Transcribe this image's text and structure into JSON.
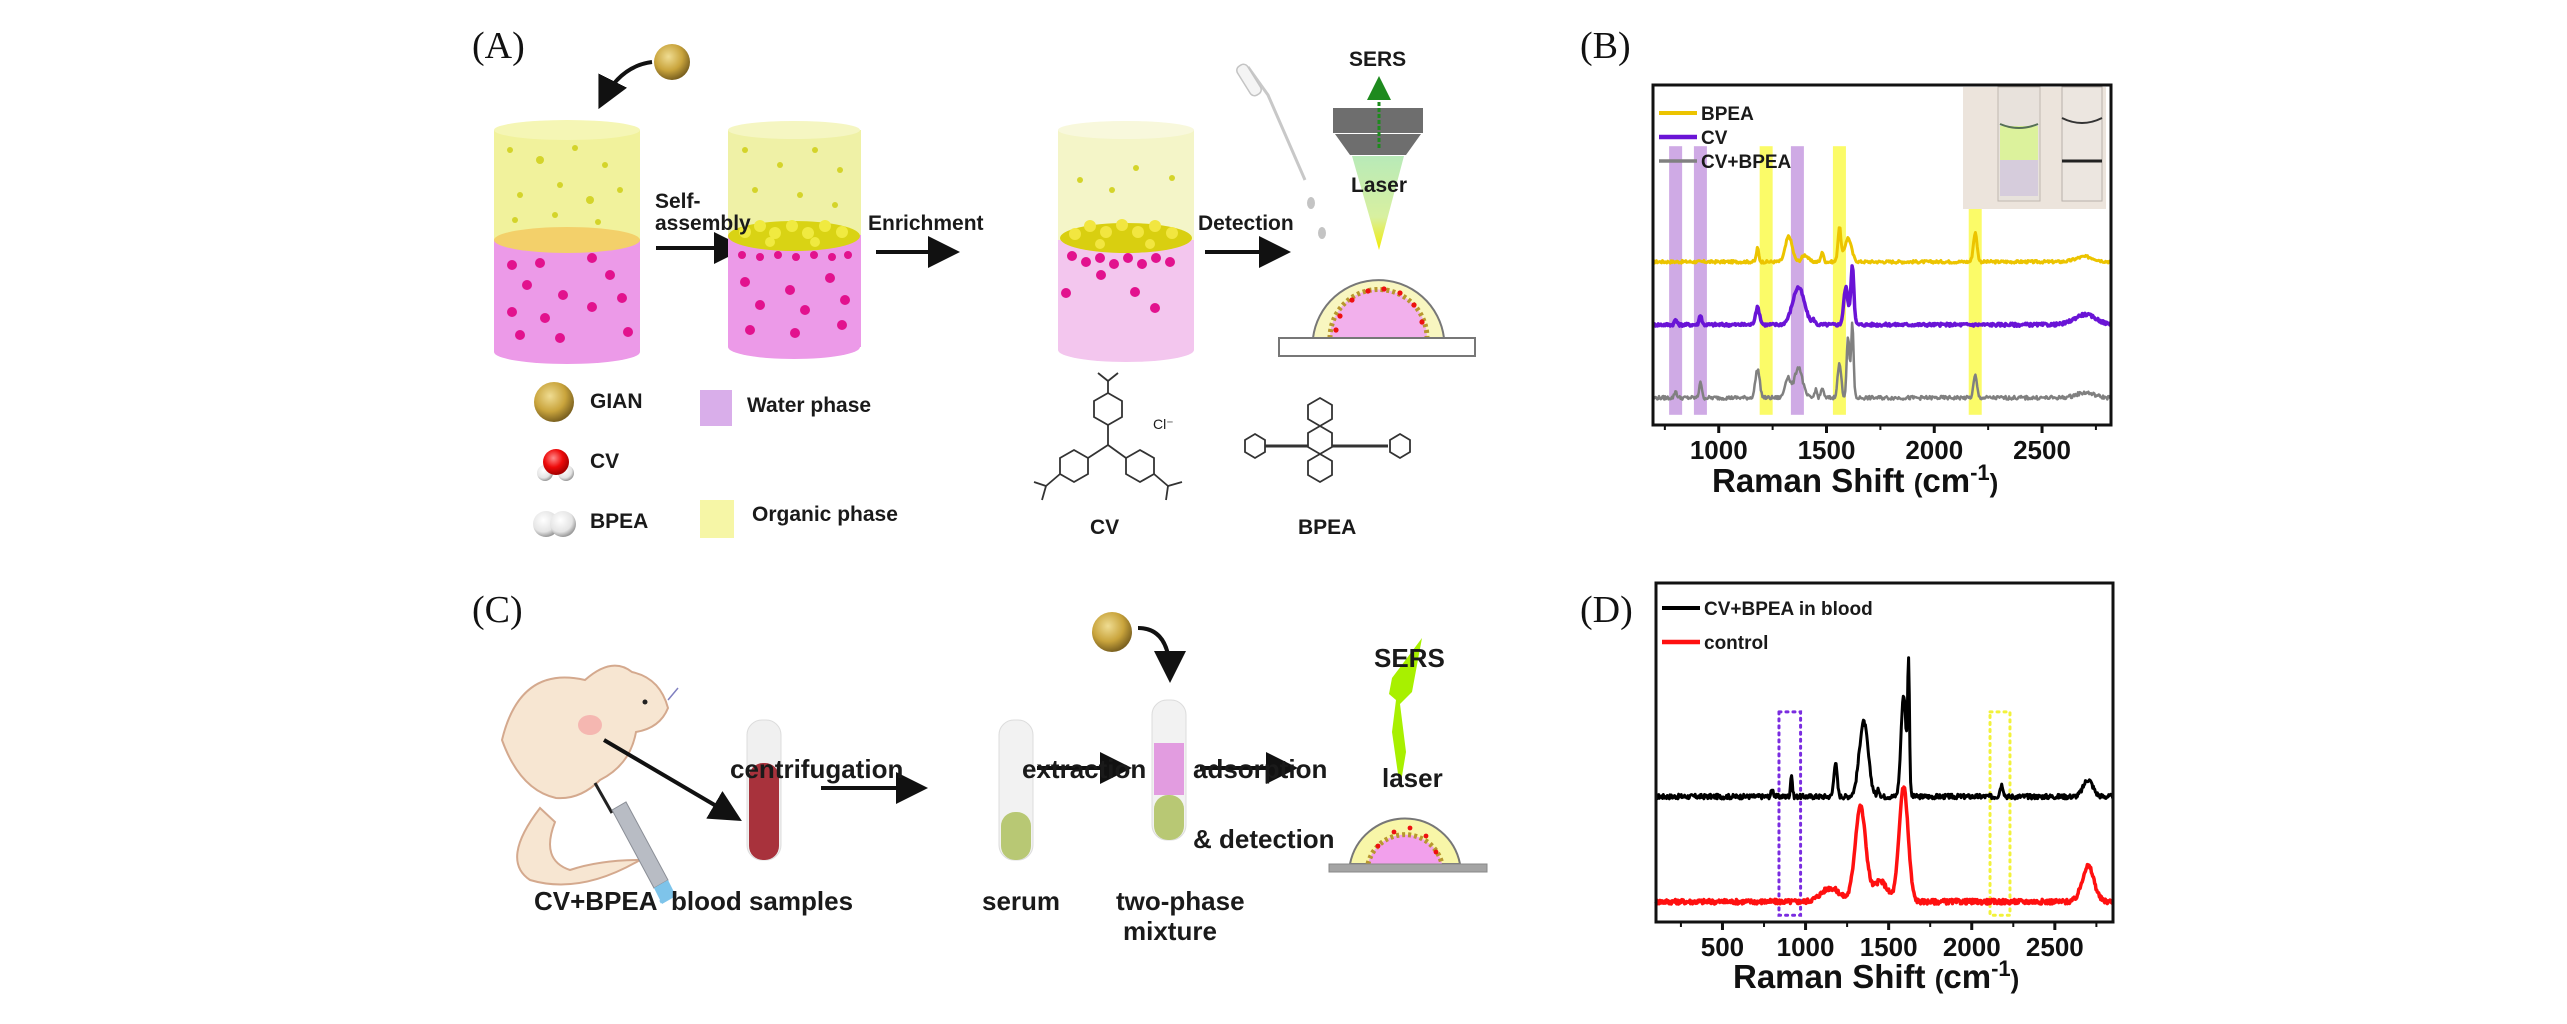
{
  "panels": {
    "a": {
      "label": "(A)",
      "steps": [
        "Self-",
        "assembly",
        "Enrichment",
        "Detection"
      ],
      "sers_label": "SERS",
      "laser_label": "Laser",
      "legend": [
        {
          "icon": "gold-nanoparticle-icon",
          "label": "GIAN"
        },
        {
          "icon": "red-molecule-icon",
          "label": "CV"
        },
        {
          "icon": "white-molecule-icon",
          "label": "BPEA"
        },
        {
          "swatch": "#d9aeea",
          "label": "Water phase"
        },
        {
          "swatch": "#f6f6a6",
          "label": "Organic phase"
        }
      ],
      "structures": [
        {
          "name": "CV",
          "counter_ion": "Cl⁻"
        },
        {
          "name": "BPEA"
        }
      ]
    },
    "b": {
      "label": "(B)"
    },
    "c": {
      "label": "(C)",
      "captions": [
        "CV+BPEA",
        "blood samples",
        "serum",
        "two-phase",
        "mixture"
      ],
      "steps": [
        "centrifugation",
        "extraction",
        "adsorption",
        "& detection"
      ],
      "sers_label": "SERS",
      "laser_label": "laser"
    },
    "d": {
      "label": "(D)"
    }
  },
  "colors": {
    "organic": "#f2f29a",
    "water": "#ea96e6",
    "analyte_dot": "#e2128e",
    "gold": "#c9a43c",
    "bpea_line": "#ecc400",
    "cv_line": "#6a14d6",
    "mix_line": "#808080",
    "blood_line": "#000000",
    "control_line": "#ff1010",
    "band_purple": "#c79be0",
    "band_yellow": "#fbfb58",
    "laser_green": "#a8f000"
  },
  "chart_data": [
    {
      "id": "B",
      "type": "line",
      "title": "",
      "xlabel": "Raman Shift",
      "xlabel_unit": "cm",
      "xlabel_exp": "-1",
      "ylabel": "",
      "xlim": [
        695,
        2820
      ],
      "ylim": [
        0,
        100
      ],
      "xticks": [
        1000,
        1500,
        2000,
        2500
      ],
      "minor_xticks": [
        750,
        1250,
        1750,
        2250,
        2750
      ],
      "legend_position": "top-left",
      "inset": "photo of two vials (left: green/purple two-phase, right: clear)",
      "highlight_bands": [
        {
          "x": 800,
          "color": "purple"
        },
        {
          "x": 915,
          "color": "purple"
        },
        {
          "x": 1220,
          "color": "yellow"
        },
        {
          "x": 1365,
          "color": "purple"
        },
        {
          "x": 1560,
          "color": "yellow"
        },
        {
          "x": 2190,
          "color": "yellow"
        }
      ],
      "series": [
        {
          "name": "BPEA",
          "baseline": 48,
          "peaks": [
            [
              1180,
              4,
              8
            ],
            [
              1325,
              7.5,
              22
            ],
            [
              1400,
              2,
              20
            ],
            [
              1480,
              3,
              8
            ],
            [
              1560,
              10,
              10
            ],
            [
              1600,
              7,
              22
            ],
            [
              2190,
              8.5,
              12
            ],
            [
              2700,
              1.5,
              60
            ]
          ]
        },
        {
          "name": "CV",
          "baseline": 29.5,
          "peaks": [
            [
              800,
              1.5,
              8
            ],
            [
              915,
              3,
              8
            ],
            [
              1180,
              5,
              14
            ],
            [
              1370,
              11,
              38
            ],
            [
              1440,
              1.2,
              10
            ],
            [
              1590,
              11,
              14
            ],
            [
              1620,
              17.5,
              10
            ],
            [
              2700,
              3,
              70
            ]
          ]
        },
        {
          "name": "CV+BPEA",
          "baseline": 8,
          "peaks": [
            [
              800,
              2,
              8
            ],
            [
              915,
              5,
              8
            ],
            [
              1180,
              8.5,
              14
            ],
            [
              1320,
              6,
              18
            ],
            [
              1370,
              9,
              26
            ],
            [
              1450,
              2.5,
              8
            ],
            [
              1480,
              3,
              8
            ],
            [
              1560,
              10,
              12
            ],
            [
              1600,
              18,
              9
            ],
            [
              1620,
              22,
              8
            ],
            [
              2190,
              6.5,
              11
            ],
            [
              2700,
              1.5,
              60
            ]
          ]
        }
      ]
    },
    {
      "id": "D",
      "type": "line",
      "title": "",
      "xlabel": "Raman Shift",
      "xlabel_unit": "cm",
      "xlabel_exp": "-1",
      "ylabel": "",
      "xlim": [
        100,
        2850
      ],
      "ylim": [
        0,
        100
      ],
      "xticks": [
        500,
        1000,
        1500,
        2000,
        2500
      ],
      "minor_xticks": [
        250,
        750,
        1250,
        1750,
        2250,
        2750
      ],
      "legend_position": "top-left",
      "highlight_boxes": [
        {
          "x0": 840,
          "x1": 970,
          "y0": 2,
          "y1": 62,
          "color": "purple",
          "style": "dotted"
        },
        {
          "x0": 2110,
          "x1": 2230,
          "y0": 2,
          "y1": 62,
          "color": "yellow",
          "style": "dotted"
        }
      ],
      "series": [
        {
          "name": "CV+BPEA in blood",
          "baseline": 37,
          "peaks": [
            [
              800,
              2,
              10
            ],
            [
              915,
              6.5,
              8
            ],
            [
              1180,
              10,
              14
            ],
            [
              1350,
              22,
              38
            ],
            [
              1440,
              2,
              10
            ],
            [
              1590,
              30,
              22
            ],
            [
              1620,
              36,
              8
            ],
            [
              2180,
              3.5,
              14
            ],
            [
              2700,
              5,
              40
            ]
          ]
        },
        {
          "name": "control",
          "baseline": 6,
          "peaks": [
            [
              1150,
              4,
              80
            ],
            [
              1330,
              28,
              45
            ],
            [
              1450,
              6,
              60
            ],
            [
              1590,
              34,
              38
            ],
            [
              2700,
              10.5,
              50
            ]
          ]
        }
      ]
    }
  ]
}
